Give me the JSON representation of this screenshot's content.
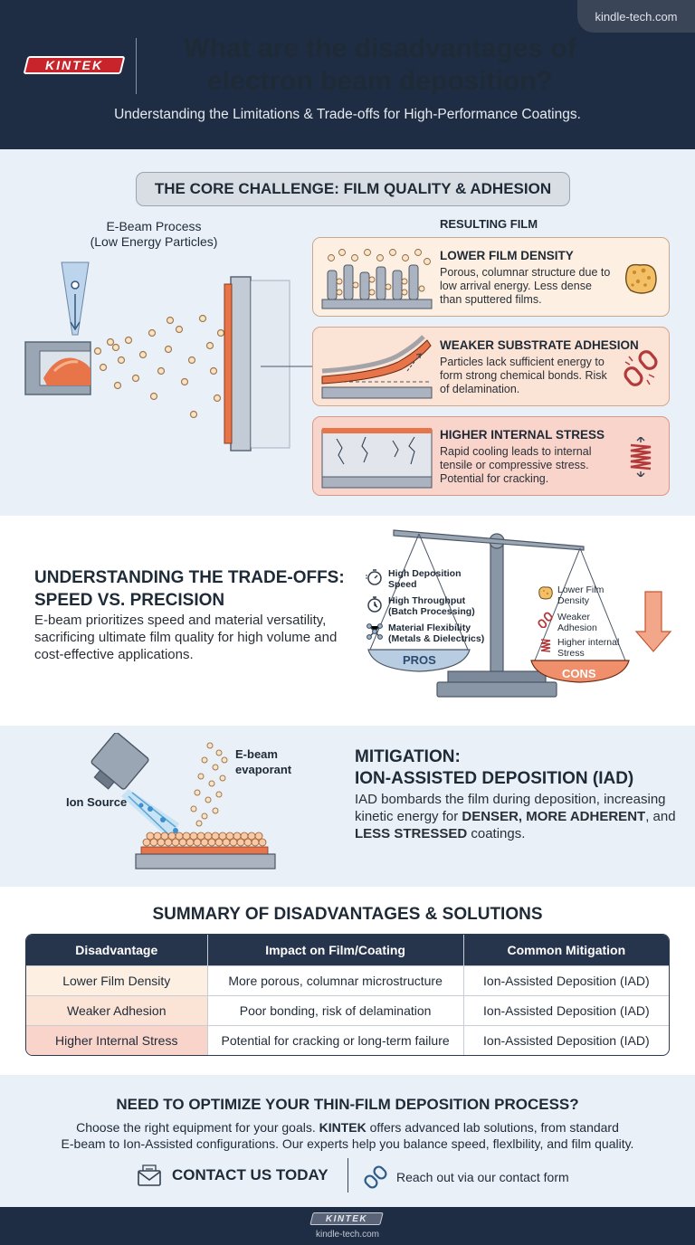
{
  "header": {
    "site": "kindle-tech.com",
    "logo": "KINTEK",
    "title_line1": "What are the disadvantages of",
    "title_line2": "electron beam deposition?",
    "subtitle": "Understanding the Limitations & Trade-offs for High-Performance Coatings."
  },
  "core": {
    "pill": "THE CORE CHALLENGE: FILM QUALITY & ADHESION",
    "process_label1": "E-Beam Process",
    "process_label2": "(Low Energy Particles)",
    "result_label": "RESULTING FILM",
    "cards": [
      {
        "title": "LOWER FILM DENSITY",
        "text": "Porous, columnar structure due to low arrival energy. Less dense than sputtered films.",
        "icon": "sponge-icon"
      },
      {
        "title": "WEAKER SUBSTRATE ADHESION",
        "text": "Particles lack sufficient energy to form strong chemical bonds. Risk of delamination.",
        "icon": "broken-chain-icon"
      },
      {
        "title": "HIGHER INTERNAL STRESS",
        "text": "Rapid cooling leads to internal tensile or compressive stress. Potential for cracking.",
        "icon": "spring-icon"
      }
    ]
  },
  "tradeoffs": {
    "heading1": "UNDERSTANDING THE TRADE-OFFS:",
    "heading2": "SPEED VS. PRECISION",
    "text": "E-beam prioritizes speed and material versatility, sacrificing ultimate film quality for high volume and cost-effective applications.",
    "pros_label": "PROS",
    "cons_label": "CONS",
    "pros": [
      {
        "l1": "High Deposition",
        "l2": "Speed",
        "icon": "stopwatch-icon"
      },
      {
        "l1": "High Throughput",
        "l2": "(Batch Processing)",
        "icon": "timer-icon"
      },
      {
        "l1": "Material Flexibility",
        "l2": "(Metals & Dielectrics)",
        "icon": "molecule-icon"
      }
    ],
    "cons": [
      {
        "l1": "Lower Film",
        "l2": "Density",
        "icon": "sponge-icon"
      },
      {
        "l1": "Weaker",
        "l2": "Adhesion",
        "icon": "broken-chain-icon"
      },
      {
        "l1": "Higher internal",
        "l2": "Stress",
        "icon": "spring-icon"
      }
    ]
  },
  "mitigation": {
    "ion_label": "Ion Source",
    "evap_label1": "E-beam",
    "evap_label2": "evaporant",
    "heading1": "MITIGATION:",
    "heading2": "ION-ASSISTED DEPOSITION (IAD)",
    "text_pre": "IAD bombards the film during deposition, increasing kinetic energy for ",
    "b1": "DENSER, MORE ADHERENT",
    "text_mid": ", and ",
    "b2": "LESS STRESSED",
    "text_post": " coatings."
  },
  "summary": {
    "title": "SUMMARY OF DISADVANTAGES & SOLUTIONS",
    "headers": [
      "Disadvantage",
      "Impact on Film/Coating",
      "Common Mitigation"
    ],
    "rows": [
      [
        "Lower Film Density",
        "More porous, columnar microstructure",
        "Ion-Assisted Deposition (IAD)"
      ],
      [
        "Weaker Adhesion",
        "Poor bonding, risk of delamination",
        "Ion-Assisted Deposition (IAD)"
      ],
      [
        "Higher Internal Stress",
        "Potential for cracking or long-term failure",
        "Ion-Assisted Deposition (IAD)"
      ]
    ],
    "row_colors": [
      "#fdf0e2",
      "#fbe3d6",
      "#f9d4cb"
    ]
  },
  "cta": {
    "heading": "NEED TO OPTIMIZE YOUR THIN-FILM DEPOSITION PROCESS?",
    "line1_pre": "Choose the right equipment for your goals. ",
    "line1_brand": "KINTEK",
    "line1_post": " offers advanced lab solutions, from standard",
    "line2": "E-beam to Ion-Assisted configurations. Our experts help you balance speed, flexlbility, and film quality.",
    "contact": "CONTACT US TODAY",
    "reach": "Reach out via our contact form"
  },
  "footer": {
    "logo": "KINTEK",
    "site": "kindle-tech.com"
  },
  "colors": {
    "navy": "#1f2d44",
    "accent_orange": "#e8744a",
    "light_bg": "#e9f0f7"
  }
}
